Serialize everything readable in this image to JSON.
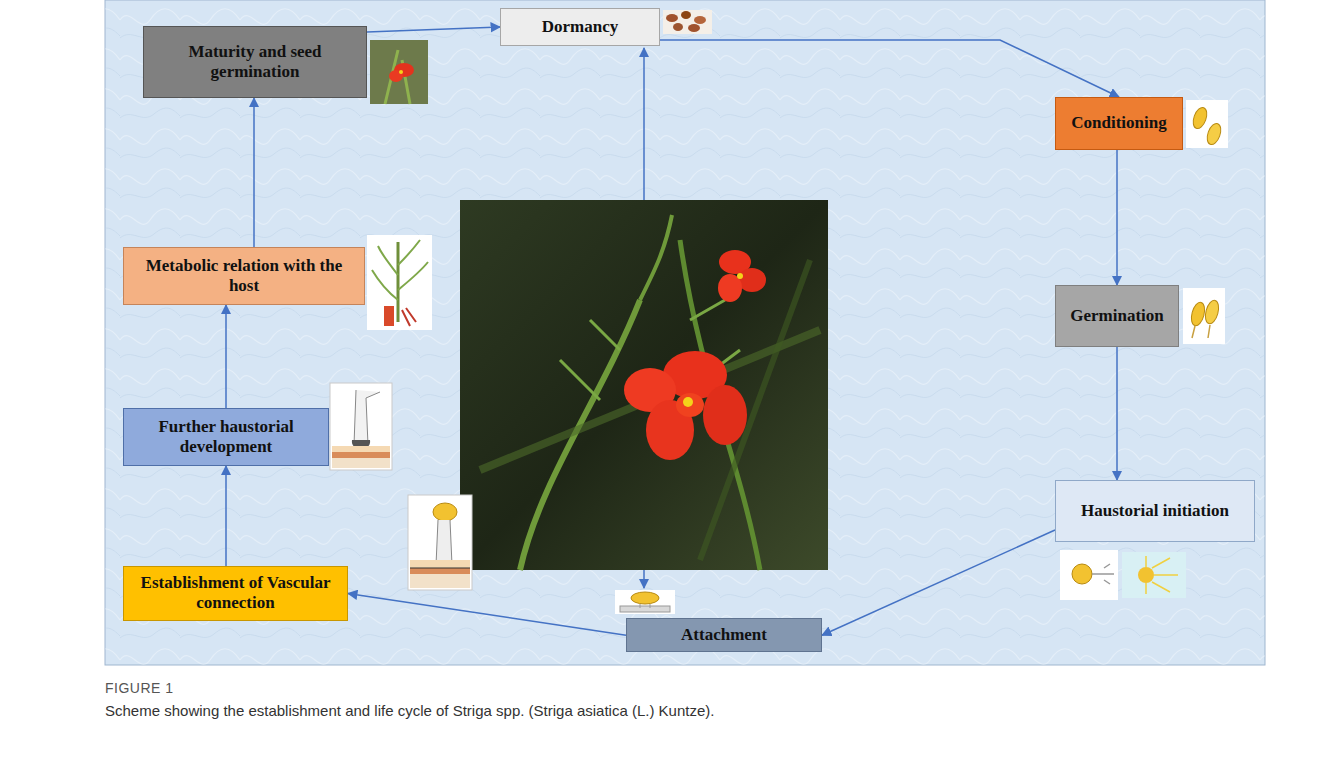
{
  "diagram": {
    "caption": "Scheme showing the establishment and life cycle of Striga spp. (Striga asiatica (L.) Kuntze).",
    "nodes": [
      {
        "text": [
          "Maturity and seed germination"
        ]
      },
      {
        "text": [
          "Dormancy"
        ]
      },
      {
        "text": [
          "Conditioning"
        ]
      },
      {
        "text": [
          "Germination"
        ]
      },
      {
        "text": [
          "Haustorial initiation"
        ]
      },
      {
        "text": [
          "Attachment"
        ]
      },
      {
        "text": [
          "Establishment of Vascular connection"
        ]
      },
      {
        "text": [
          "Further haustorial development"
        ]
      },
      {
        "text": [
          "Metabolic relation with the host"
        ]
      }
    ],
    "edges": [
      {
        "from": 0,
        "to": 1,
        "arrow": "to"
      },
      {
        "from": 1,
        "to": 2,
        "arrow": "to"
      },
      {
        "from": 2,
        "to": 3,
        "arrow": "to"
      },
      {
        "from": 3,
        "to": 4,
        "arrow": "to"
      },
      {
        "from": 4,
        "to": 5,
        "arrow": "to"
      },
      {
        "from": 5,
        "to": 6,
        "arrow": "to"
      },
      {
        "from": 6,
        "to": 7,
        "arrow": "to"
      },
      {
        "from": 7,
        "to": 8,
        "arrow": "to"
      },
      {
        "from": 8,
        "to": 0,
        "arrow": "to"
      }
    ],
    "labels": [
      "FIGURE 1"
    ]
  }
}
